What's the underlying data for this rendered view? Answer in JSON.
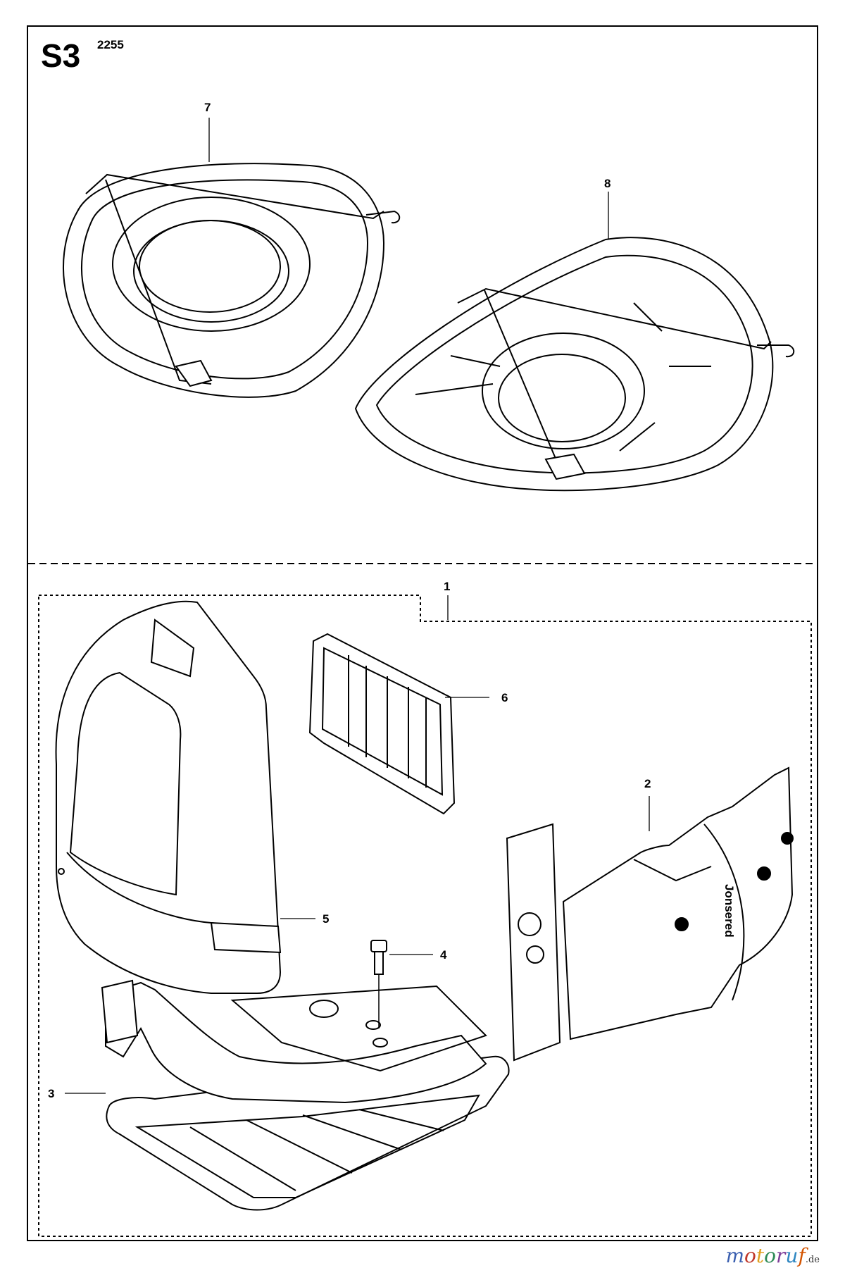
{
  "header": {
    "section": "S3",
    "model": "2255"
  },
  "callouts": [
    {
      "id": "1",
      "label": "1"
    },
    {
      "id": "2",
      "label": "2"
    },
    {
      "id": "3",
      "label": "3"
    },
    {
      "id": "4",
      "label": "4"
    },
    {
      "id": "5",
      "label": "5"
    },
    {
      "id": "6",
      "label": "6"
    },
    {
      "id": "7",
      "label": "7"
    },
    {
      "id": "8",
      "label": "8"
    }
  ],
  "brand_on_part": "Jonsered",
  "watermark": {
    "letters": [
      "m",
      "o",
      "t",
      "o",
      "r",
      "u",
      "f"
    ],
    "colors": [
      "#3a5fb0",
      "#c0392b",
      "#e0a020",
      "#2e8b57",
      "#7d3c98",
      "#2e86c1",
      "#d35400"
    ],
    "suffix": ".de"
  }
}
